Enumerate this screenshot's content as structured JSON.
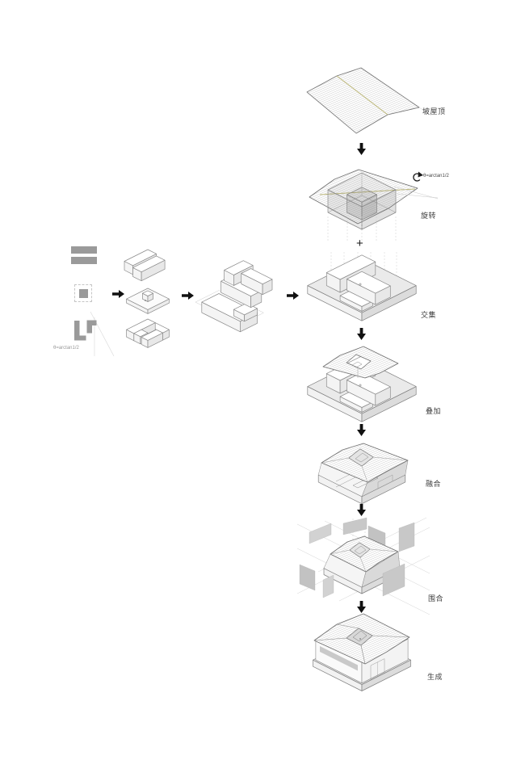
{
  "diagram": {
    "type": "architectural-concept-flow",
    "plus_sign": "+",
    "left_panel": {
      "caption": "θ=arctan1/2",
      "symbols": [
        {
          "name": "parallel-bars-symbol"
        },
        {
          "name": "courtyard-square-symbol"
        },
        {
          "name": "pinwheel-l-symbol"
        }
      ]
    },
    "stages": [
      {
        "id": "sloped-roof",
        "label": "坡屋顶"
      },
      {
        "id": "rotate",
        "label": "旋转",
        "annotation": "θ=arctan1/2"
      },
      {
        "id": "intersection",
        "label": "交集"
      },
      {
        "id": "overlay",
        "label": "叠加"
      },
      {
        "id": "merge",
        "label": "融合"
      },
      {
        "id": "enclose",
        "label": "围合"
      },
      {
        "id": "generate",
        "label": "生成"
      }
    ],
    "icons": {
      "flow_right": "arrow-right-icon",
      "flow_down": "arrow-down-icon",
      "rotation": "rotate-clockwise-icon"
    },
    "colors": {
      "ridge_accent": "#bdb87a",
      "symbol_gray": "#9a9a9a",
      "panel_gray": "#c8c8c8",
      "line_gray": "#777777",
      "arrow_black": "#111111",
      "background": "#ffffff"
    }
  }
}
